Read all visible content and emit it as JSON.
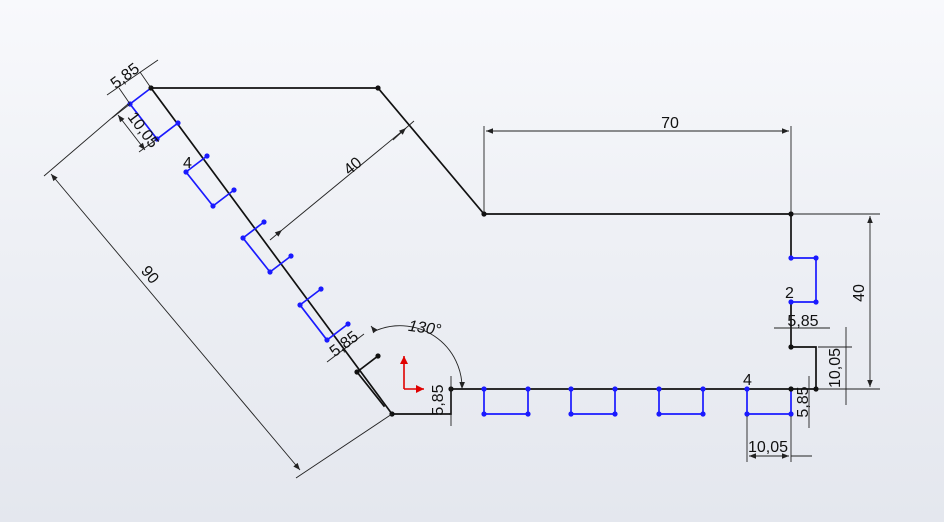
{
  "colors": {
    "geometry": "#111111",
    "slot": "#1a1aff",
    "dimension": "#222222",
    "axis_y": "#e00000",
    "axis_x": "#e00000"
  },
  "dimensions": {
    "top_width": "70",
    "right_height": "40",
    "arm_width": "40",
    "arm_length": "90",
    "angle": "130°",
    "slot_width_top": "5,85",
    "slot_length_top": "10,05",
    "slot_width_mid": "5,85",
    "slot_width_base": "5,85",
    "slot_width_bottom_right": "5,85",
    "slot_length_bottom_right": "10,05",
    "slot_width_right": "5,85",
    "slot_length_right": "10,05"
  },
  "labels": {
    "arm_slot_count": "4",
    "bottom_slot_count": "4",
    "right_slot_count": "2"
  }
}
